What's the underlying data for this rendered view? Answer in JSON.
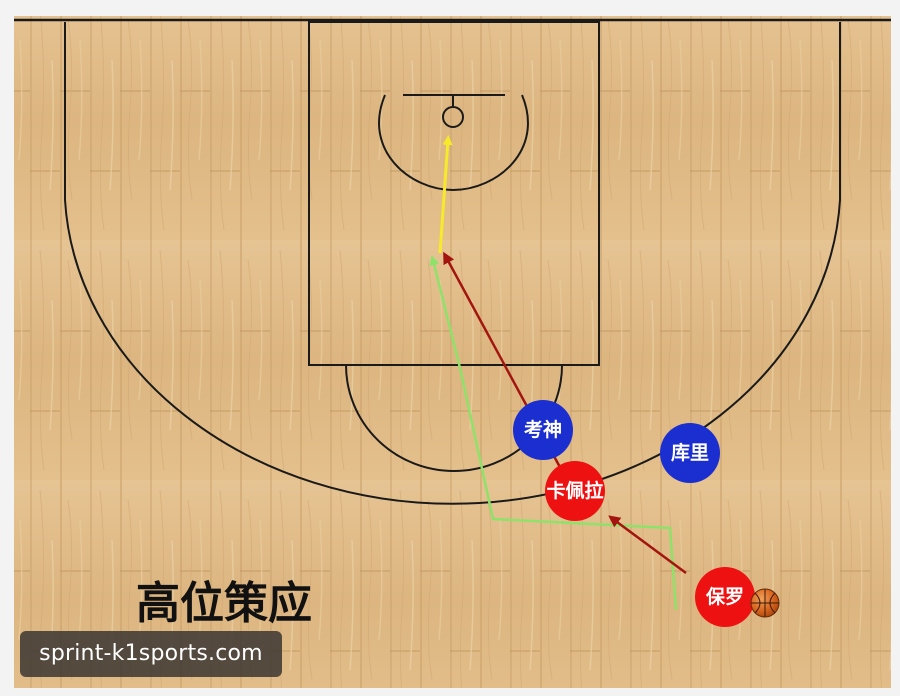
{
  "title": "高位策应",
  "watermark": "sprint-k1sports.com",
  "players": {
    "kaoshen": {
      "name": "考神",
      "team": "offense-blue"
    },
    "curry": {
      "name": "库里",
      "team": "offense-blue"
    },
    "capela": {
      "name": "卡佩拉",
      "team": "defense-red"
    },
    "paul": {
      "name": "保罗",
      "team": "defense-red"
    }
  },
  "colors": {
    "blue_player": "#1b2fd0",
    "red_player": "#ee1111",
    "green_path": "#8ee26a",
    "dark_red_path": "#a3160f",
    "yellow_pass": "#f7ea2a",
    "court_wood": "#e0bc88",
    "court_line": "#1a1a1a"
  },
  "icons": {
    "ball": "basketball-icon"
  }
}
